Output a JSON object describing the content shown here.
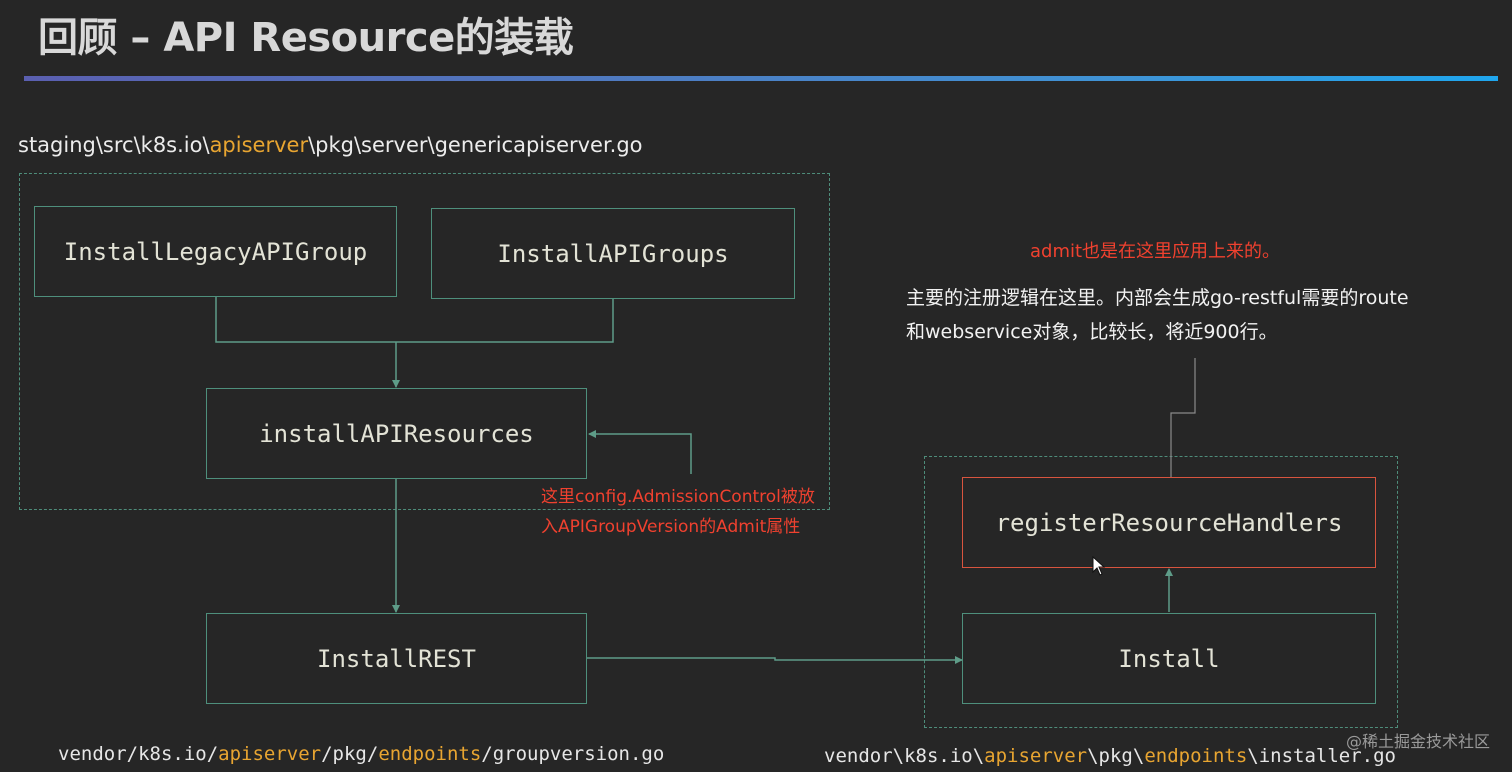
{
  "title": "回顾 – API Resource的装载",
  "top_path": {
    "prefix": "staging\\src\\k8s.io\\",
    "highlight": "apiserver",
    "suffix": "\\pkg\\server\\genericapiserver.go"
  },
  "nodes": {
    "install_legacy": "InstallLegacyAPIGroup",
    "install_groups": "InstallAPIGroups",
    "install_resources": "installAPIResources",
    "install_rest": "InstallREST",
    "register_handlers": "registerResourceHandlers",
    "install": "Install"
  },
  "notes": {
    "admission_line1": "这里config.AdmissionControl被放",
    "admission_line2": "入APIGroupVersion的Admit属性",
    "admit_applied": "admit也是在这里应用上来的。",
    "register_line1": "主要的注册逻辑在这里。内部会生成go-restful需要的route",
    "register_line2": "和webservice对象，比较长，将近900行。"
  },
  "bottom_left_path": {
    "p1": "vendor/k8s.io/",
    "h1": "apiserver",
    "p2": "/pkg/",
    "h2": "endpoints",
    "p3": "/groupversion.go"
  },
  "bottom_right_path": {
    "p1": "vendor\\k8s.io\\",
    "h1": "apiserver",
    "p2": "\\pkg\\",
    "h2": "endpoints",
    "p3": "\\installer.go"
  },
  "watermark": "@稀土掘金技术社区",
  "colors": {
    "background": "#262626",
    "node_border": "#4e8f7c",
    "highlight_border": "#d8543e",
    "path_highlight": "#e8a531",
    "note_red": "#f0412f"
  }
}
